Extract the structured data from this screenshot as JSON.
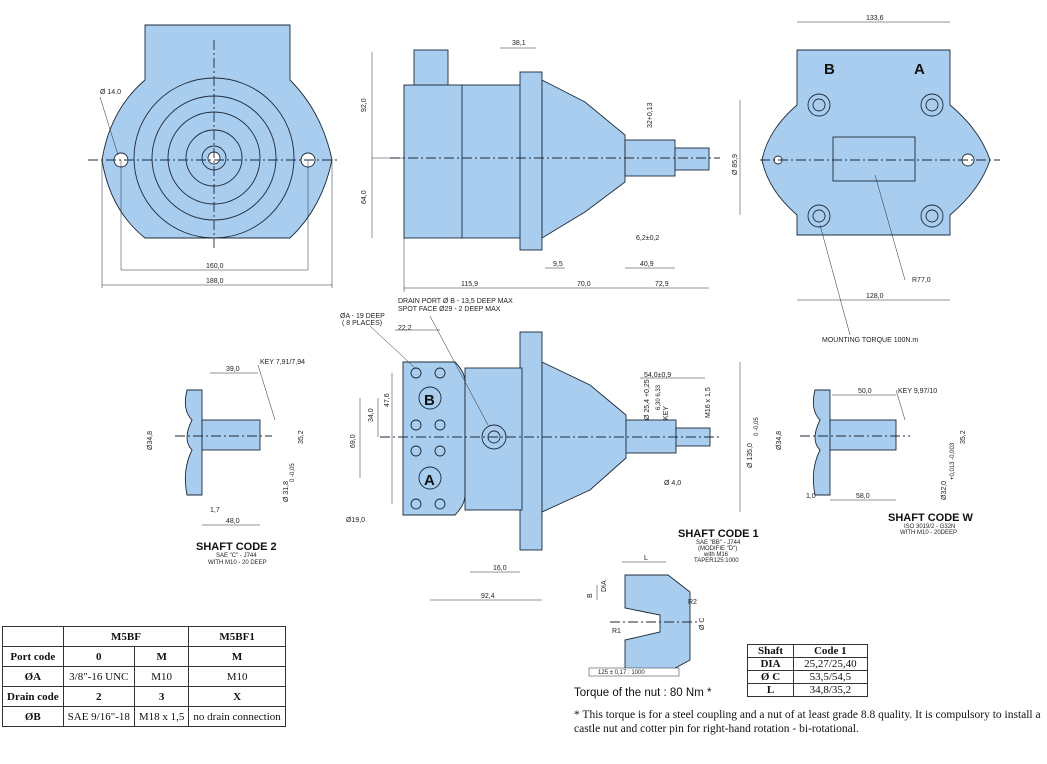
{
  "front_view": {
    "hole_label": "Ø 14.0",
    "dim_inner": "160,0",
    "dim_outer": "188,0"
  },
  "side_view": {
    "dim_top": "38,1",
    "dim_92": "92,0",
    "dim_64": "64,0",
    "dim_32": "32+0,13",
    "dim_dia": "Ø 85,9",
    "dim_62": "6,2±0,2",
    "dim_95": "9,5",
    "dim_409": "40,9",
    "dim_115": "115,9",
    "dim_70": "70,0",
    "dim_729": "72,9"
  },
  "rear_view": {
    "dim_top": "133,6",
    "port_b": "B",
    "port_a": "A",
    "radius": "R77,0",
    "dim_128": "128,0",
    "mounting_torque": "MOUNTING TORQUE 100N.m"
  },
  "shaft2": {
    "key": "KEY 7,91/7,94",
    "dim_39": "39,0",
    "dim_348": "Ø34,8",
    "dim_352": "35,2",
    "dim_318": "Ø 31,8",
    "dim_318_tol": "0 -0,05",
    "dim_17": "1,7",
    "dim_48": "48,0",
    "title": "SHAFT CODE 2",
    "line1": "SAE \"C\" - J744",
    "line2": "WITH M10 - 20 DEEP"
  },
  "main_view": {
    "drain_line1": "DRAIN PORT Ø B - 13,5 DEEP MAX",
    "drain_line2": "SPOT FACE Ø29 - 2 DEEP MAX",
    "holes_line1": "ØA - 19 DEEP",
    "holes_line2": "( 8 PLACES)",
    "dim_222": "22,2",
    "dim_476": "47,6",
    "dim_34": "34,0",
    "dim_69": "69,0",
    "dim_19": "Ø19,0",
    "port_b": "B",
    "port_a": "A",
    "dim_54": "54,0±0,9",
    "dim_254": "Ø 25,4 +0,25",
    "dim_tol": "6,30 6,33",
    "key": "KEY",
    "dim_m16": "M16 x 1,5",
    "dim_135": "Ø 135,0",
    "dim_135_tol": "0 -0,05",
    "dim_4": "Ø 4,0",
    "dim_16": "16,0",
    "dim_924": "92,4",
    "shaft_title": "SHAFT CODE 1",
    "shaft_line1": "SAE \"BB\" - J744",
    "shaft_line2": "(MODIFIE \"D\")",
    "shaft_line3": "with M16",
    "shaft_line4": "TAPER125:1000"
  },
  "shaftw": {
    "dim_50": "50,0",
    "key": "KEY 9,97/10",
    "dim_348": "Ø34,8",
    "dim_352": "35,2",
    "dim_32": "Ø32,0",
    "dim_32_tol": "+0,013 -0,003",
    "dim_10": "1,0",
    "dim_58": "58,0",
    "title": "SHAFT CODE W",
    "line1": "ISO 3019/2 - G32N",
    "line2": "WITH M10 - 20DEEP"
  },
  "taper_detail": {
    "l": "L",
    "b": "B",
    "dia": "DIA",
    "r2": "R2",
    "r1": "R1",
    "c": "Ø C",
    "tolerance": "125 ± 0,17 : 1000"
  },
  "model_table": {
    "header": [
      "",
      "M5BF",
      "M5BF1"
    ],
    "rows": [
      {
        "label": "Port code",
        "c1": "0",
        "c2": "M",
        "c3": "M",
        "bold": true
      },
      {
        "label": "ØA",
        "c1": "3/8\"-16 UNC",
        "c2": "M10",
        "c3": "M10",
        "bold": false
      },
      {
        "label": "Drain code",
        "c1": "2",
        "c2": "3",
        "c3": "X",
        "bold": true
      },
      {
        "label": "ØB",
        "c1": "SAE 9/16\"-18",
        "c2": "M18 x 1,5",
        "c3": "no drain connection",
        "bold": false
      }
    ]
  },
  "shaft_table": {
    "header": [
      "Shaft",
      "Code 1"
    ],
    "rows": [
      [
        "DIA",
        "25,27/25,40"
      ],
      [
        "Ø C",
        "53,5/54,5"
      ],
      [
        "L",
        "34,8/35,2"
      ]
    ]
  },
  "torque_label": "Torque of the nut : 80 Nm *",
  "footnote": "* This torque is for a steel coupling and a nut of at least grade 8.8 quality. It is compulsory to install a castle nut and cotter pin for right-hand rotation - bi-rotational.",
  "colors": {
    "body": "#a9cdee",
    "line": "#1e2a3a",
    "dim": "#333333"
  }
}
